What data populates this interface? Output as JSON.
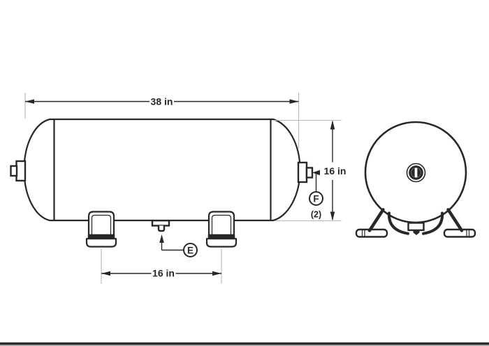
{
  "drawing": {
    "dimensions": {
      "overall_length": "38 in",
      "diameter": "16 in",
      "port_spacing": "16 in"
    },
    "callouts": {
      "e_label": "E",
      "f_label": "F",
      "f_quantity": "(2)"
    },
    "colors": {
      "line": "#29262a",
      "extension_line": "#b5b7b9",
      "background": "#ffffff"
    }
  }
}
